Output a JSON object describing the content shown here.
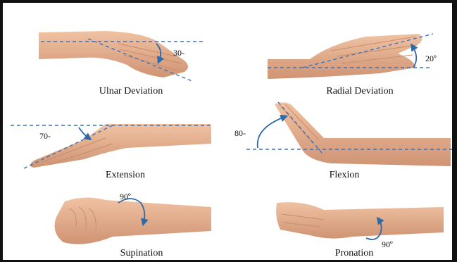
{
  "panels": [
    {
      "key": "ulnar",
      "caption": "Ulnar Deviation",
      "angle": "30-"
    },
    {
      "key": "radial",
      "caption": "Radial Deviation",
      "angle": "20º"
    },
    {
      "key": "extension",
      "caption": "Extension",
      "angle": "70-"
    },
    {
      "key": "flexion",
      "caption": "Flexion",
      "angle": "80-"
    },
    {
      "key": "supination",
      "caption": "Supination",
      "angle": "90º"
    },
    {
      "key": "pronation",
      "caption": "Pronation",
      "angle": "90º"
    }
  ],
  "colors": {
    "skin": "#e7b08f",
    "skin_dark": "#c98d6b",
    "line": "#3a73b8",
    "arrow": "#2e6aa8",
    "text": "#111111"
  }
}
